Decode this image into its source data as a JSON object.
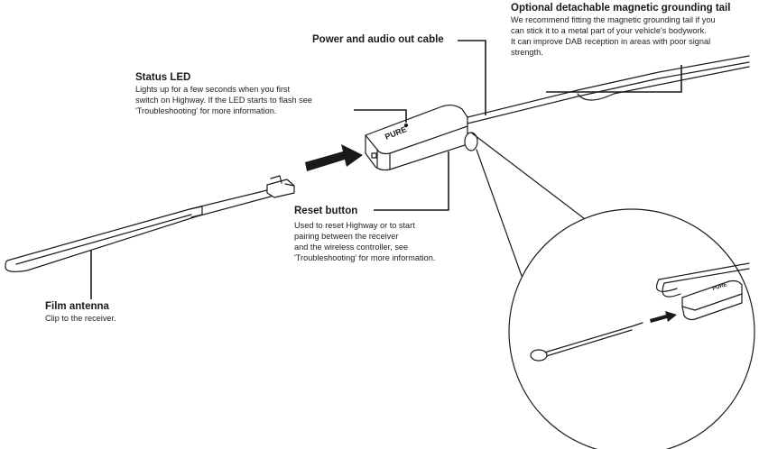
{
  "callouts": {
    "grounding_tail": {
      "title": "Optional detachable magnetic grounding tail",
      "body": "We recommend fitting the magnetic grounding tail if you\ncan stick it to a metal part of your vehicle's bodywork.\nIt can improve DAB reception in areas with poor signal\nstrength."
    },
    "power_cable": {
      "title": "Power and audio out cable"
    },
    "status_led": {
      "title": "Status LED",
      "body": "Lights up for a few seconds when you first\nswitch on Highway. If the LED starts to flash see\n'Troubleshooting' for more information."
    },
    "reset_button": {
      "title": "Reset button",
      "body": "Used to reset Highway or to start\npairing between the receiver\nand the wireless controller, see\n'Troubleshooting'  for  more information."
    },
    "film_antenna": {
      "title": "Film antenna",
      "body": "Clip to the receiver."
    }
  },
  "receiver": {
    "brand_logo": "PURE"
  },
  "colors": {
    "line": "#1a1a1a",
    "fill": "#ffffff"
  }
}
